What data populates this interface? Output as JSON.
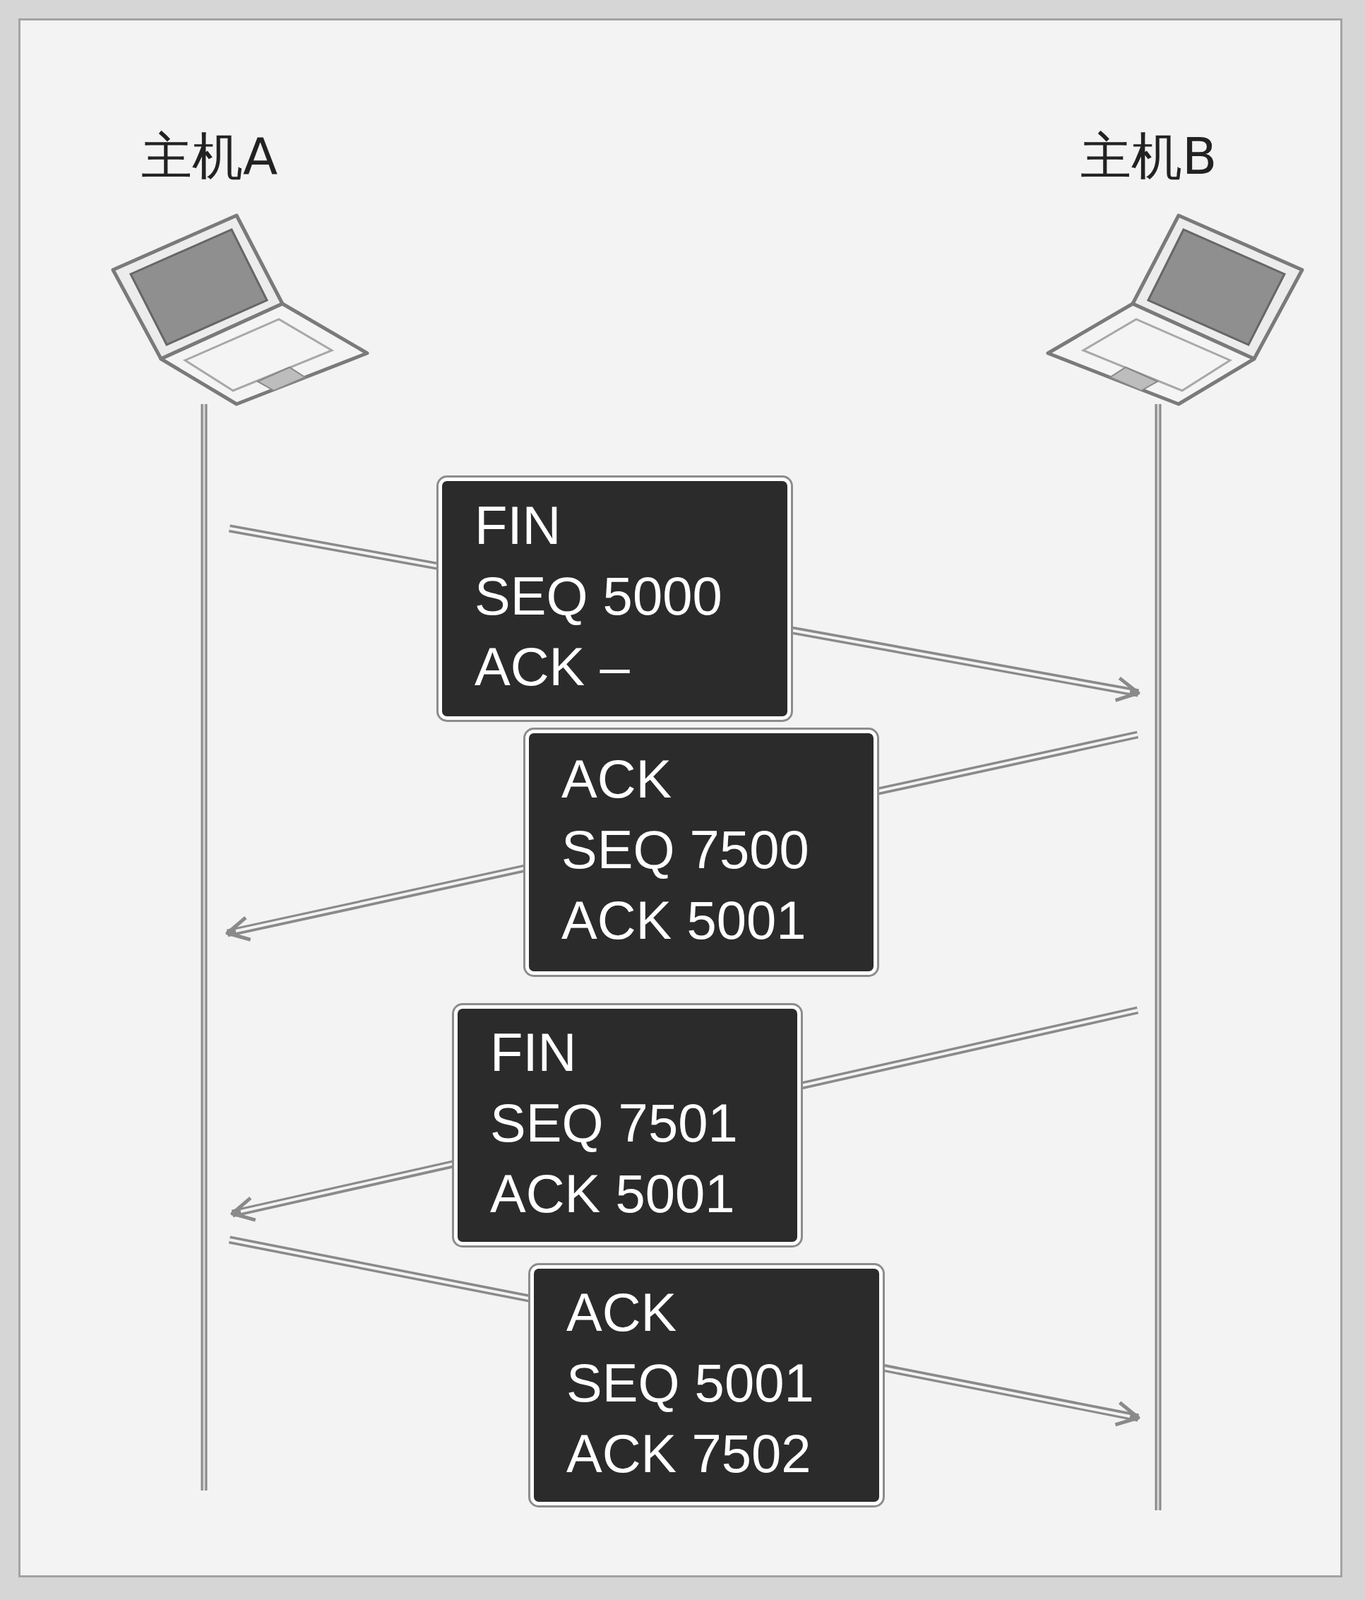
{
  "diagram": {
    "nodes": [
      {
        "text": [
          "FIN",
          "SEQ 5000",
          "ACK –"
        ]
      },
      {
        "text": [
          "ACK",
          "SEQ 7500",
          "ACK 5001"
        ]
      },
      {
        "text": [
          "FIN",
          "SEQ 7501",
          "ACK 5001"
        ]
      },
      {
        "text": [
          "ACK",
          "SEQ 5001",
          "ACK 7502"
        ]
      }
    ],
    "labels": [
      "主机A",
      "主机B"
    ]
  }
}
